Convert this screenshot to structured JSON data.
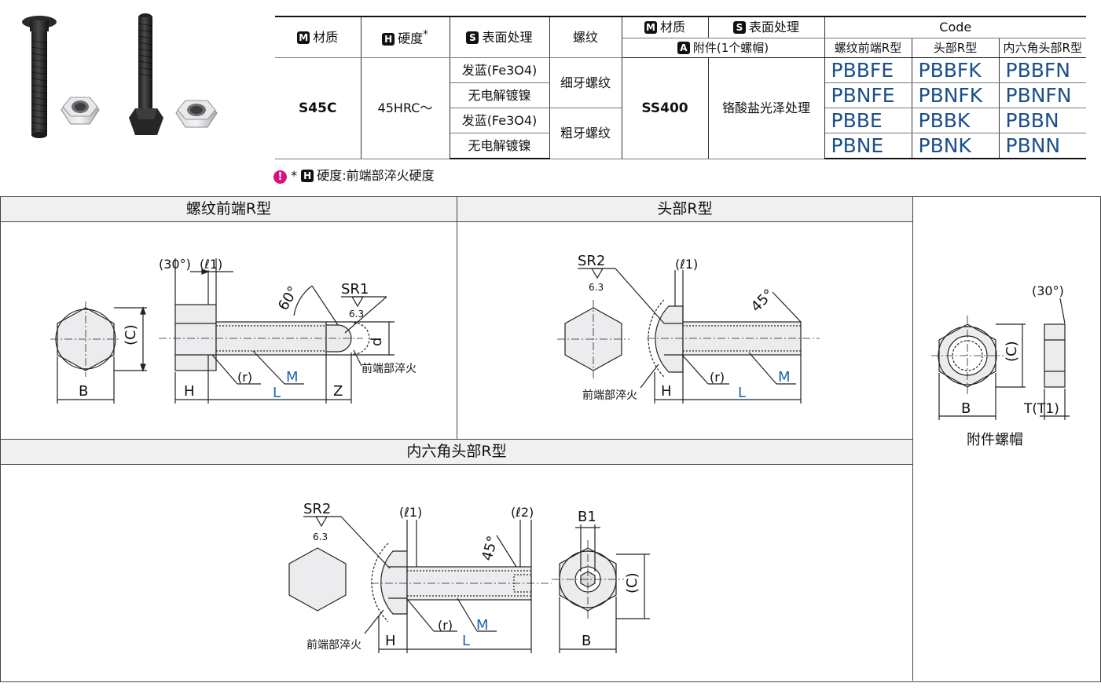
{
  "table": {
    "header": {
      "material": "材质",
      "hardness": "硬度",
      "hardness_mark": "*",
      "surface": "表面处理",
      "thread": "螺纹",
      "nut_material": "材质",
      "nut_surface": "表面处理",
      "attachment": "附件(1个螺帽)",
      "code": "Code",
      "code_cols": [
        "螺纹前端R型",
        "头部R型",
        "内六角头部R型"
      ]
    },
    "badges": {
      "M": "M",
      "H": "H",
      "S": "S",
      "A": "A"
    },
    "material": "S45C",
    "hardness": "45HRC～",
    "nut_material": "SS400",
    "nut_surface": "铬酸盐光泽处理",
    "thread_fine": "细牙螺纹",
    "thread_coarse": "粗牙螺纹",
    "rows": [
      {
        "surface": "发蓝(Fe3O4)",
        "codes": [
          "PBBFE",
          "PBBFK",
          "PBBFN"
        ]
      },
      {
        "surface": "无电解镀镍",
        "codes": [
          "PBNFE",
          "PBNFK",
          "PBNFN"
        ]
      },
      {
        "surface": "发蓝(Fe3O4)",
        "codes": [
          "PBBE",
          "PBBK",
          "PBBN"
        ]
      },
      {
        "surface": "无电解镀镍",
        "codes": [
          "PBNE",
          "PBNK",
          "PBNN"
        ]
      }
    ]
  },
  "note": {
    "icon": "!",
    "star": "*",
    "badge": "H",
    "text": "硬度:前端部淬火硬度"
  },
  "panels": {
    "thread_tip": "螺纹前端R型",
    "head_r": "头部R型",
    "hex_socket": "内六角头部R型",
    "nut": "附件螺帽"
  },
  "dims": {
    "thirty": "(30°)",
    "l1": "(ℓ1)",
    "l2": "(ℓ2)",
    "sixty": "60°",
    "fortyfive": "45°",
    "sr1": "SR1",
    "sr2": "SR2",
    "rough": "6.3",
    "d": "d",
    "c": "(C)",
    "b": "B",
    "b1": "B1",
    "h": "H",
    "r": "(r)",
    "m": "M",
    "l": "L",
    "z": "Z",
    "t": "T(T1)",
    "hardened": "前端部淬火"
  },
  "colors": {
    "code": "#1c4f8a",
    "accent": "#1a62b0",
    "warn": "#d6117a"
  }
}
